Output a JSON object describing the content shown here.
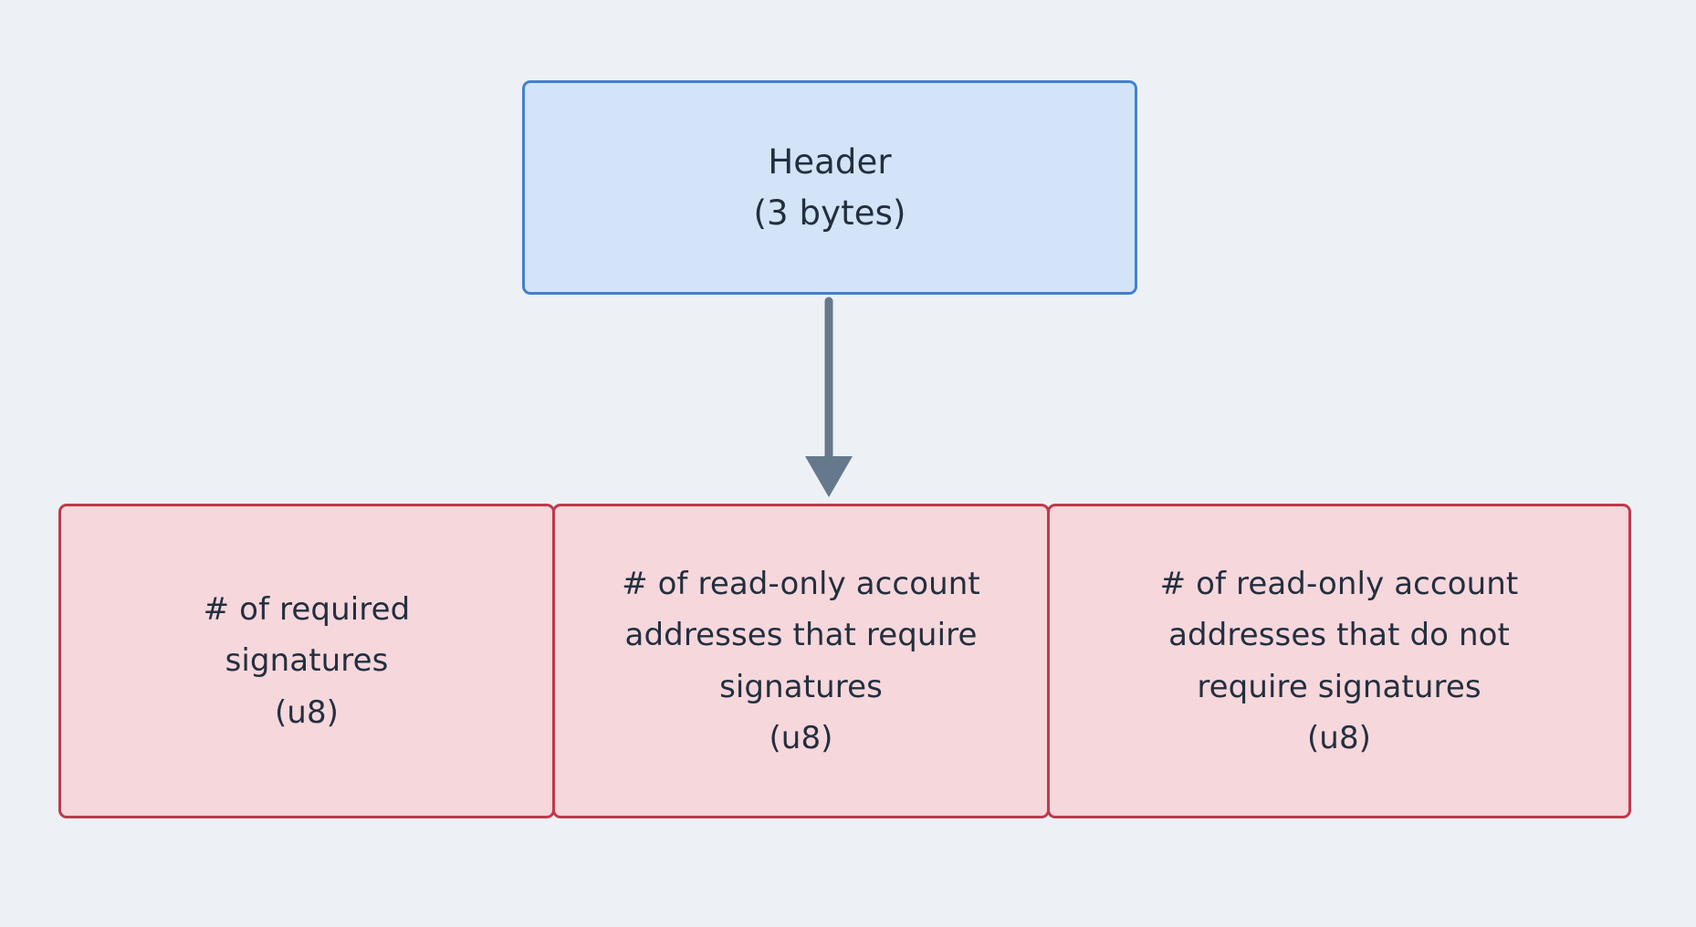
{
  "diagram": {
    "type": "flowchart",
    "direction": "top-down",
    "background_color": "#edf1f5",
    "text_color": "#232f3e"
  },
  "header_node": {
    "name": "Header",
    "fill_color": "#d3e3f8",
    "border_color": "#4281cd",
    "lines": [
      "Header",
      "(3 bytes)"
    ]
  },
  "connector": {
    "icon": "down-arrow-icon",
    "color": "#66798c",
    "from": "Header",
    "to": "header-fields"
  },
  "fields": {
    "fill_color": "#f6d7dc",
    "border_color": "#be3a4c",
    "items": [
      {
        "id": "required-signatures",
        "lines": [
          "# of required",
          "signatures",
          "(u8)"
        ]
      },
      {
        "id": "readonly-signed-accounts",
        "lines": [
          "# of read-only account",
          "addresses that require",
          "signatures",
          "(u8)"
        ]
      },
      {
        "id": "readonly-unsigned-accounts",
        "lines": [
          "# of read-only account",
          "addresses that do not",
          "require signatures",
          "(u8)"
        ]
      }
    ]
  }
}
